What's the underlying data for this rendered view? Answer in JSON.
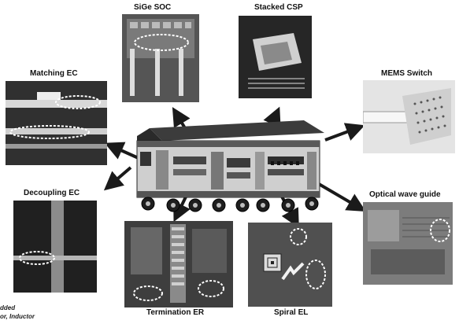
{
  "labels": {
    "sige_soc": "SiGe SOC",
    "stacked_csp": "Stacked CSP",
    "matching_ec": "Matching EC",
    "mems_switch": "MEMS Switch",
    "decoupling_ec": "Decoupling EC",
    "optical_wave_guide": "Optical wave guide",
    "termination_er": "Termination ER",
    "spiral_el": "Spiral EL"
  },
  "fragments": {
    "line1": "dded",
    "line2": "or, Inductor"
  },
  "colors": {
    "ink": "#111111",
    "arrow": "#1a1a1a",
    "highlight_circle": "#ffffff",
    "photo_dark": "#2a2a2a",
    "photo_mid": "#7a7a7a",
    "photo_light": "#d9d9d9"
  }
}
